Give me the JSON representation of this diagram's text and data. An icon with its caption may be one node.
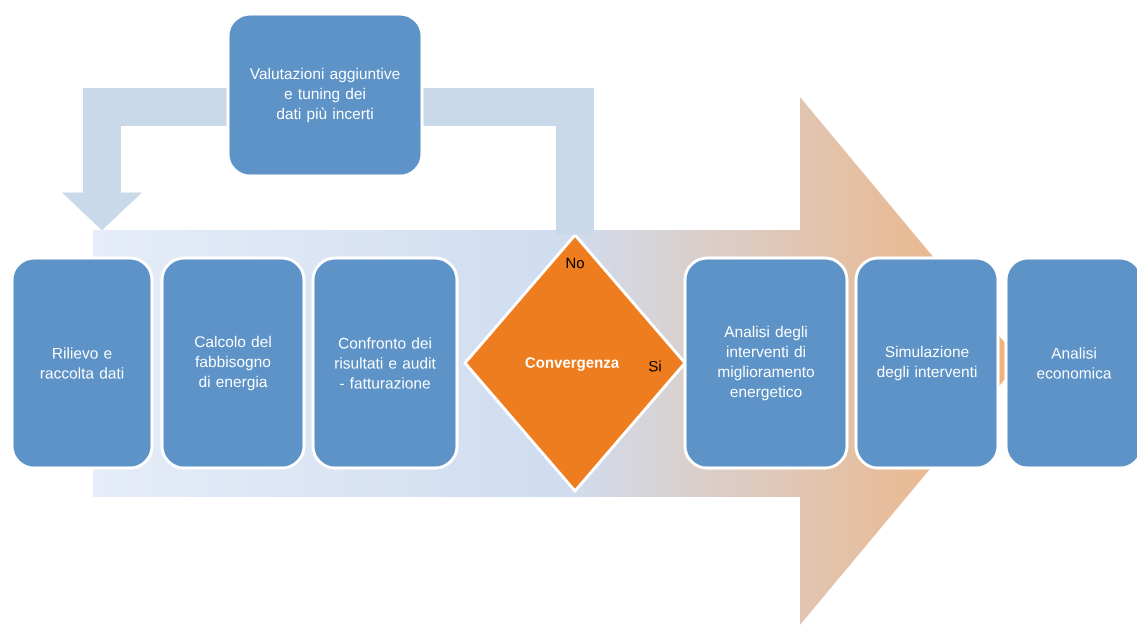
{
  "diagram": {
    "nodes": [
      {
        "text": [
          "Valutazioni aggiuntive e tuning dei dati più incerti"
        ]
      },
      {
        "text": [
          "Rilievo e raccolta dati"
        ]
      },
      {
        "text": [
          "Calcolo del fabbisogno di energia"
        ]
      },
      {
        "text": [
          "Confronto dei risultati e audit - fatturazione"
        ]
      },
      {
        "text": [
          "No",
          "Convergenza",
          "Si"
        ]
      },
      {
        "text": [
          "Analisi degli interventi di miglioramento energetico"
        ]
      },
      {
        "text": [
          "Simulazione degli interventi"
        ]
      },
      {
        "text": [
          "Analisi economica"
        ]
      }
    ],
    "edges": [
      {
        "from": 4,
        "to": 0,
        "arrow": "none"
      },
      {
        "from": 0,
        "to": 1,
        "arrow": "to"
      }
    ]
  }
}
